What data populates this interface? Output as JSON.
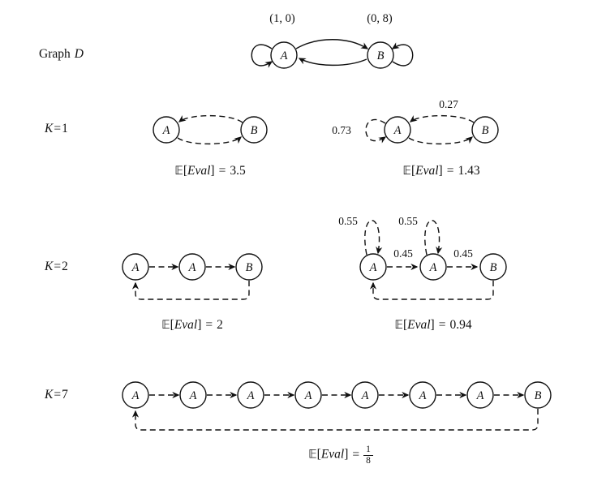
{
  "figure": {
    "ink": "#111111",
    "background": "#ffffff"
  },
  "rows": {
    "graph_d": {
      "label_text": "Graph",
      "label_var": "D"
    },
    "k1": {
      "k": "K",
      "eq": "=",
      "value": "1"
    },
    "k2": {
      "k": "K",
      "eq": "=",
      "value": "2"
    },
    "k7": {
      "k": "K",
      "eq": "=",
      "value": "7"
    }
  },
  "math": {
    "expectation": "𝔼",
    "open_bracket": "[",
    "eval": "Eval",
    "close_bracket": "]",
    "equals": "="
  },
  "graph_d": {
    "tuple_above_a": "(1, 0)",
    "tuple_above_b": "(0, 8)",
    "nodes": [
      "A",
      "B"
    ]
  },
  "k1_left": {
    "nodes": [
      "A",
      "B"
    ],
    "expected_value": "3.5"
  },
  "k1_right": {
    "nodes": [
      "A",
      "B"
    ],
    "self_loop_prob": "0.73",
    "edge_prob": "0.27",
    "expected_value": "1.43"
  },
  "k2_left": {
    "nodes": [
      "A",
      "A",
      "B"
    ],
    "expected_value": "2"
  },
  "k2_right": {
    "nodes": [
      "A",
      "A",
      "B"
    ],
    "self_loop_probs": [
      "0.55",
      "0.55"
    ],
    "edge_probs": [
      "0.45",
      "0.45"
    ],
    "expected_value": "0.94"
  },
  "k7": {
    "nodes": [
      "A",
      "A",
      "A",
      "A",
      "A",
      "A",
      "A",
      "B"
    ],
    "expected_value_numerator": "1",
    "expected_value_denominator": "8"
  }
}
